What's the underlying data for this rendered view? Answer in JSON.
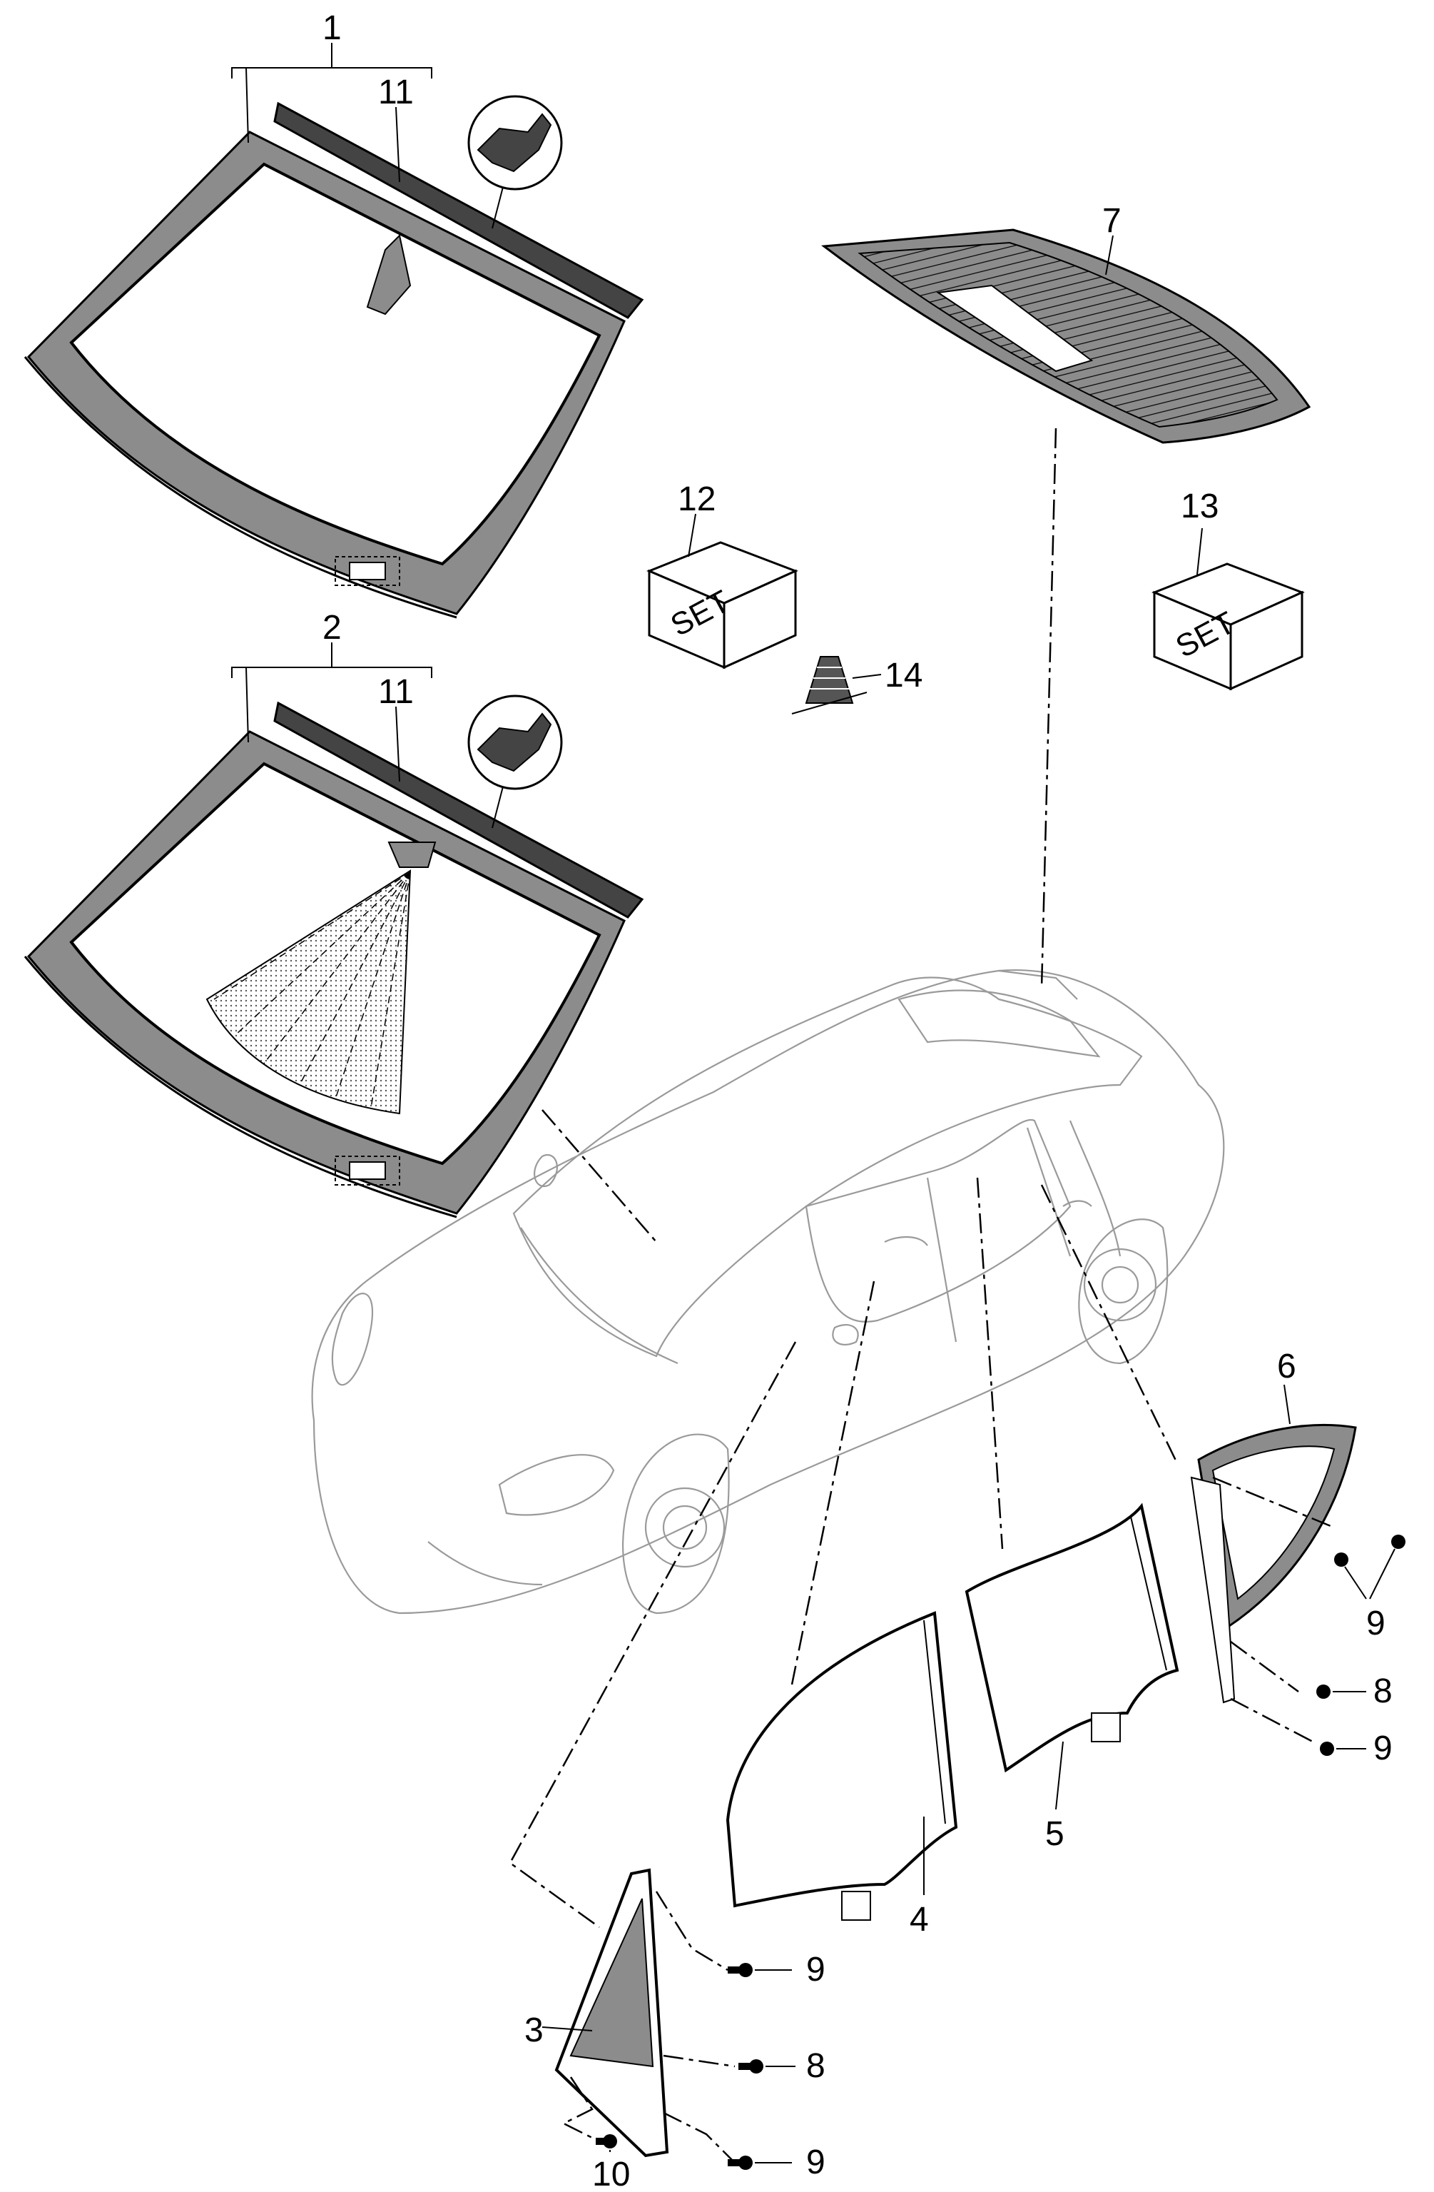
{
  "labels": {
    "windshield": "1",
    "windshield_hud": "2",
    "front_quarter_glass": "3",
    "front_door_glass": "4",
    "rear_door_glass": "5",
    "rear_quarter_glass": "6",
    "rear_window": "7",
    "bolt_a": "9",
    "bolt_b": "8",
    "bolt_c": "9",
    "bolt_d": "10",
    "bolt_e": "9",
    "bolt_f": "8",
    "bolt_g": "9",
    "molding_1": "11",
    "molding_2": "11",
    "kit_12": "12",
    "kit_13": "13",
    "plug_14": "14"
  },
  "kit_text": "SET",
  "colors": {
    "line": "#000000",
    "car_outline": "#9a9a9a",
    "band_fill": "#8c8c8c"
  }
}
